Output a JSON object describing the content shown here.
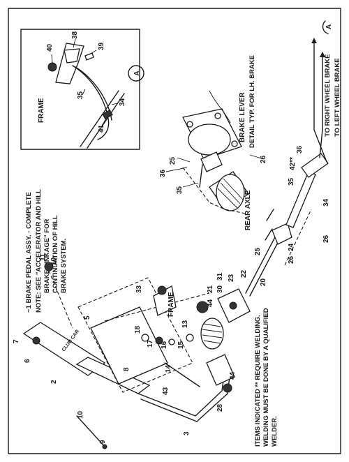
{
  "title_line": "~1 BRAKE PEDAL ASSY. - COMPLETE",
  "note_lines": [
    "NOTE: SEE \"ACCELERATOR AND HILL",
    "BRAKE LINKAGE\" FOR",
    "CONTINUATION OF HILL",
    "BRAKE SYSTEM."
  ],
  "welding_lines": [
    "ITEMS INDICATED ** REQUIRE WELDING.",
    "WELDING MUST BE DONE BY A QUALIFIED",
    "WELDER."
  ],
  "inset": {
    "frame_label": "FRAME",
    "callout": "A",
    "labels": [
      "40",
      "38",
      "39",
      "35",
      "41",
      "34"
    ]
  },
  "detail": {
    "brake_lever": "BRAKE LEVER",
    "detail_typ": "DETAIL TYP. FOR LH. BRAKE",
    "rear_axle": "REAR AXLE",
    "labels": [
      "25",
      "36",
      "26",
      "35"
    ]
  },
  "right_labels": {
    "to_right": "TO RIGHT WHEEL BRAKE",
    "to_left": "TO LEFT WHEEL BRAKE",
    "view_a": "A"
  },
  "main_labels": {
    "frame": "FRAME",
    "pedal_text": "CLUB CAR",
    "numbers": [
      "7",
      "6",
      "2",
      "5",
      "10",
      "9",
      "11",
      "10",
      "18",
      "17",
      "16",
      "15",
      "8",
      "14",
      "43",
      "3",
      "33",
      "44",
      "13",
      "30",
      "31",
      "21",
      "23",
      "22",
      "20",
      "28",
      "44",
      "25",
      "24",
      "26",
      "26",
      "34",
      "35",
      "42**",
      "36"
    ]
  }
}
